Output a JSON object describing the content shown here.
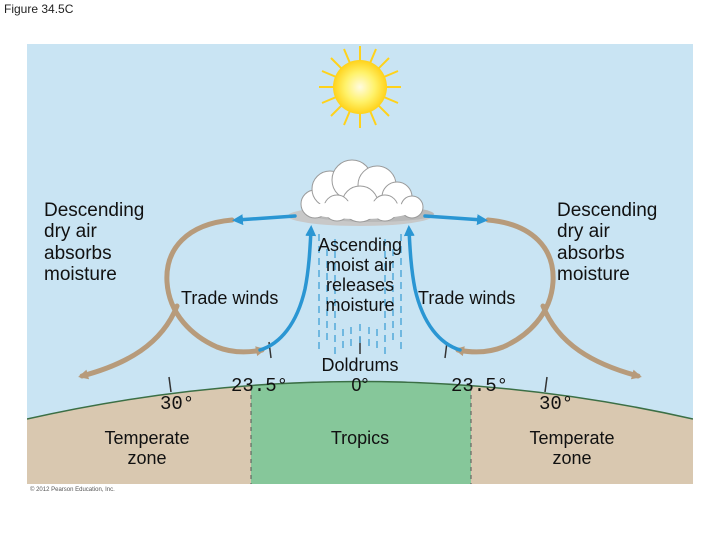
{
  "figure_label": "Figure 34.5C",
  "labels": {
    "left_descending": [
      "Descending",
      "dry air",
      "absorbs",
      "moisture"
    ],
    "right_descending": [
      "Descending",
      "dry air",
      "absorbs",
      "moisture"
    ],
    "ascending": [
      "Ascending",
      "moist air",
      "releases",
      "moisture"
    ],
    "trade_winds_left": "Trade winds",
    "trade_winds_right": "Trade winds",
    "doldrums": "Doldrums",
    "doldrums_deg": "0°",
    "lat_23_left": "23.5°",
    "lat_23_right": "23.5°",
    "lat_30_left": "30°",
    "lat_30_right": "30°",
    "tropics": "Tropics",
    "temperate_left": [
      "Temperate",
      "zone"
    ],
    "temperate_right": [
      "Temperate",
      "zone"
    ]
  },
  "copyright": "© 2012 Pearson Education, Inc.",
  "colors": {
    "sky": "#c9e4f3",
    "ground": "#d9c8b0",
    "tropics": "#86c79a",
    "arrow_brown": "#b79b7b",
    "arrow_blue": "#2a96d3",
    "sun": "#ffe233"
  }
}
